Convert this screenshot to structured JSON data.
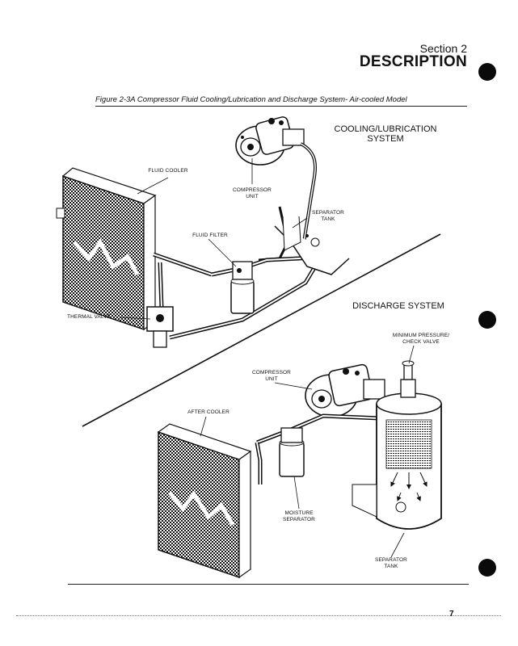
{
  "header": {
    "section_label": "Section 2",
    "section_title": "DESCRIPTION"
  },
  "figure": {
    "caption": "Figure 2-3A Compressor Fluid Cooling/Lubrication and Discharge System- Air-cooled Model"
  },
  "cooling_system": {
    "title_line1": "COOLING/LUBRICATION",
    "title_line2": "SYSTEM",
    "labels": {
      "fluid_cooler": "FLUID COOLER",
      "compressor_unit_line1": "COMPRESSOR",
      "compressor_unit_line2": "UNIT",
      "separator_tank_line1": "SEPARATOR",
      "separator_tank_line2": "TANK",
      "fluid_filter": "FLUID FILTER",
      "thermal_valve": "THERMAL VALVE"
    }
  },
  "discharge_system": {
    "title": "DISCHARGE SYSTEM",
    "labels": {
      "min_pressure_line1": "MINIMUM PRESSURE/",
      "min_pressure_line2": "CHECK VALVE",
      "compressor_unit_line1": "COMPRESSOR",
      "compressor_unit_line2": "UNIT",
      "after_cooler": "AFTER COOLER",
      "moisture_separator_line1": "MOISTURE",
      "moisture_separator_line2": "SEPARATOR",
      "separator_tank_line1": "SEPARATOR",
      "separator_tank_line2": "TANK"
    }
  },
  "footer": {
    "page_number": "7"
  }
}
